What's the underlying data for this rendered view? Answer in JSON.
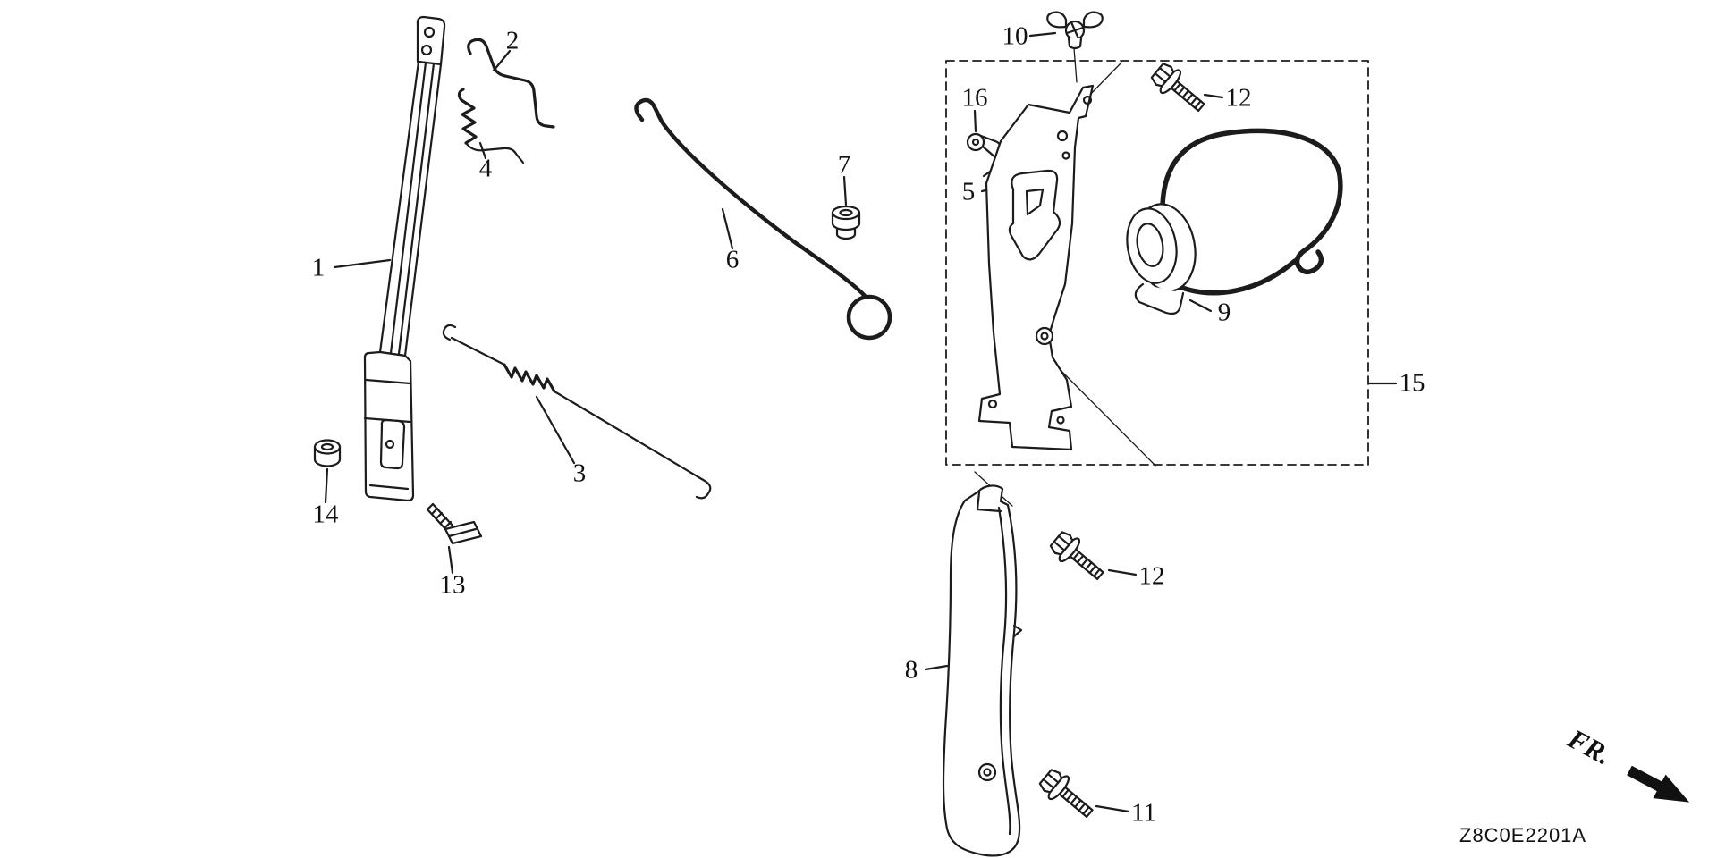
{
  "diagram": {
    "code": "Z8C0E2201A",
    "direction_indicator": "FR.",
    "part_callouts": {
      "p1": "1",
      "p2": "2",
      "p3": "3",
      "p4": "4",
      "p5": "5",
      "p6": "6",
      "p7": "7",
      "p8": "8",
      "p9": "9",
      "p10": "10",
      "p11": "11",
      "p12_top": "12",
      "p12_mid": "12",
      "p13": "13",
      "p14": "14",
      "p15": "15",
      "p16": "16"
    }
  }
}
